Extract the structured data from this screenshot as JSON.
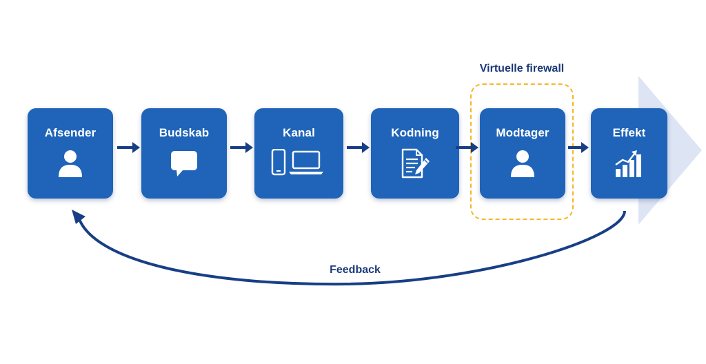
{
  "diagram": {
    "nodes": [
      {
        "label": "Afsender",
        "icon": "person-icon"
      },
      {
        "label": "Budskab",
        "icon": "speech-bubble-icon"
      },
      {
        "label": "Kanal",
        "icon": "phone-laptop-icon"
      },
      {
        "label": "Kodning",
        "icon": "document-pen-icon"
      },
      {
        "label": "Modtager",
        "icon": "person-icon"
      },
      {
        "label": "Effekt",
        "icon": "growth-chart-icon"
      }
    ],
    "firewall_label": "Virtuelle firewall",
    "feedback_label": "Feedback"
  },
  "colors": {
    "node_fill": "#1f64b8",
    "arrow": "#173f85",
    "firewall_border": "#f6b727",
    "text_dark": "#1c3a78",
    "background_chevron": "#dde5f4"
  }
}
